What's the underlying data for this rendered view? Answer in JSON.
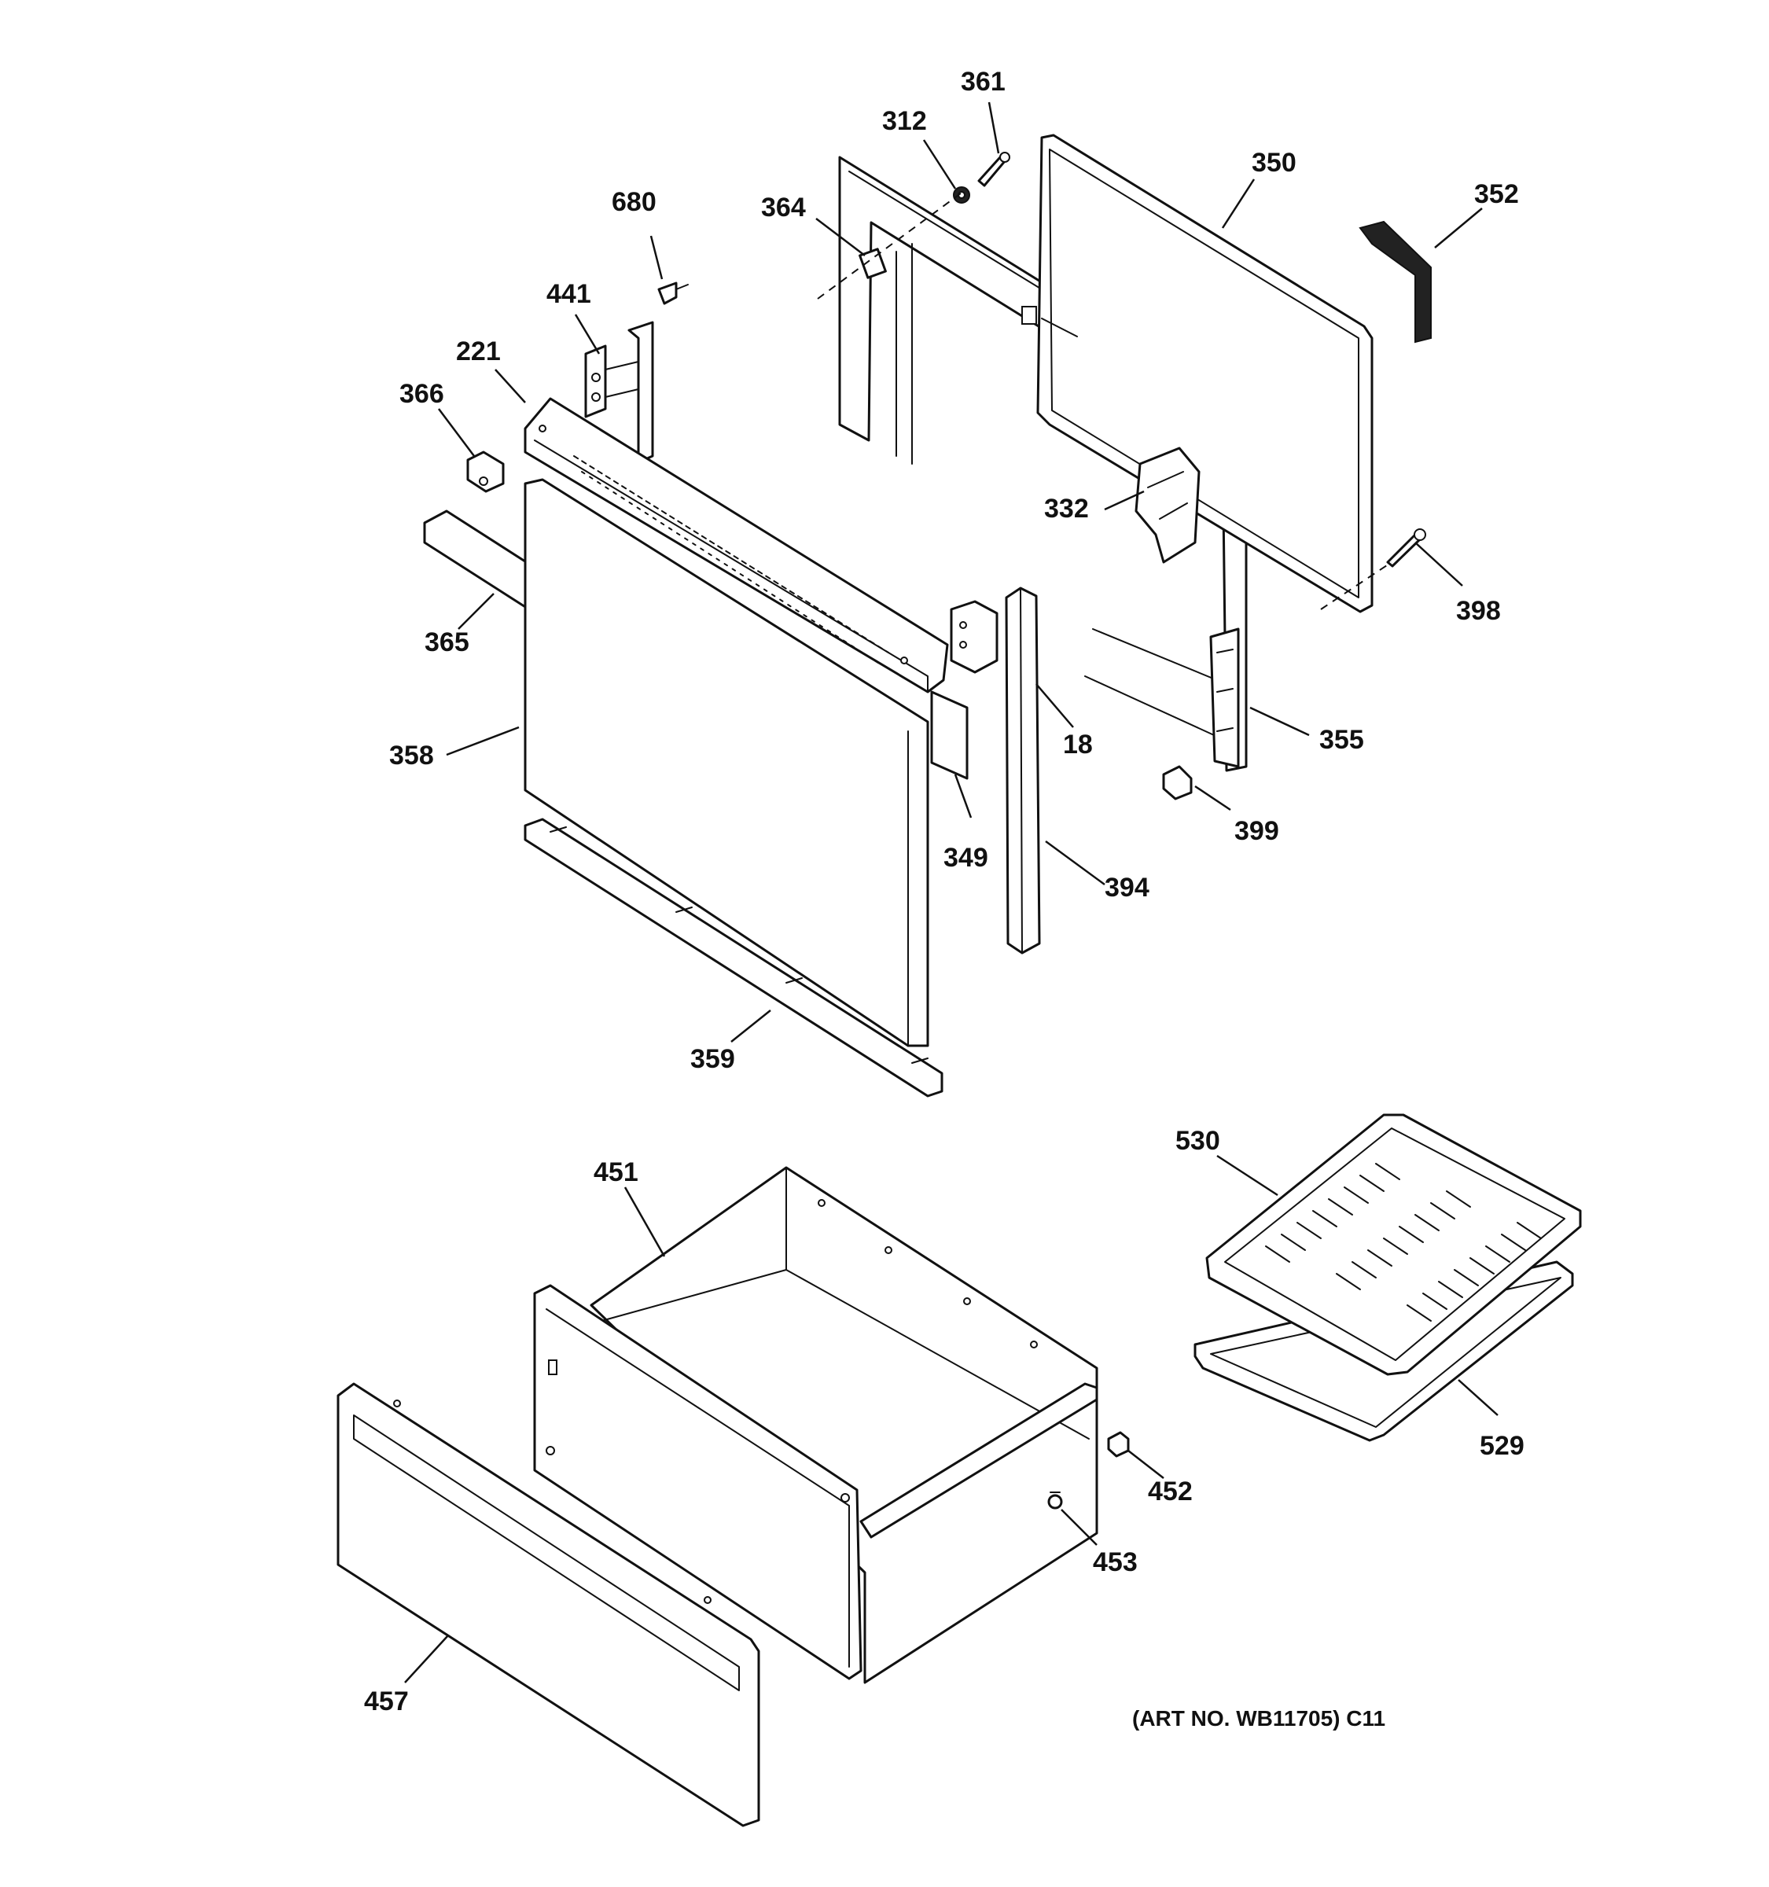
{
  "parts": [
    {
      "id": "361",
      "label": "361"
    },
    {
      "id": "312",
      "label": "312"
    },
    {
      "id": "350",
      "label": "350"
    },
    {
      "id": "352",
      "label": "352"
    },
    {
      "id": "680",
      "label": "680"
    },
    {
      "id": "364",
      "label": "364"
    },
    {
      "id": "441",
      "label": "441"
    },
    {
      "id": "221",
      "label": "221"
    },
    {
      "id": "366",
      "label": "366"
    },
    {
      "id": "332",
      "label": "332"
    },
    {
      "id": "398",
      "label": "398"
    },
    {
      "id": "365",
      "label": "365"
    },
    {
      "id": "18",
      "label": "18"
    },
    {
      "id": "355",
      "label": "355"
    },
    {
      "id": "358",
      "label": "358"
    },
    {
      "id": "349",
      "label": "349"
    },
    {
      "id": "399",
      "label": "399"
    },
    {
      "id": "394",
      "label": "394"
    },
    {
      "id": "359",
      "label": "359"
    },
    {
      "id": "530",
      "label": "530"
    },
    {
      "id": "451",
      "label": "451"
    },
    {
      "id": "529",
      "label": "529"
    },
    {
      "id": "452",
      "label": "452"
    },
    {
      "id": "453",
      "label": "453"
    },
    {
      "id": "457",
      "label": "457"
    }
  ],
  "art_number": "(ART NO. WB11705) C11"
}
